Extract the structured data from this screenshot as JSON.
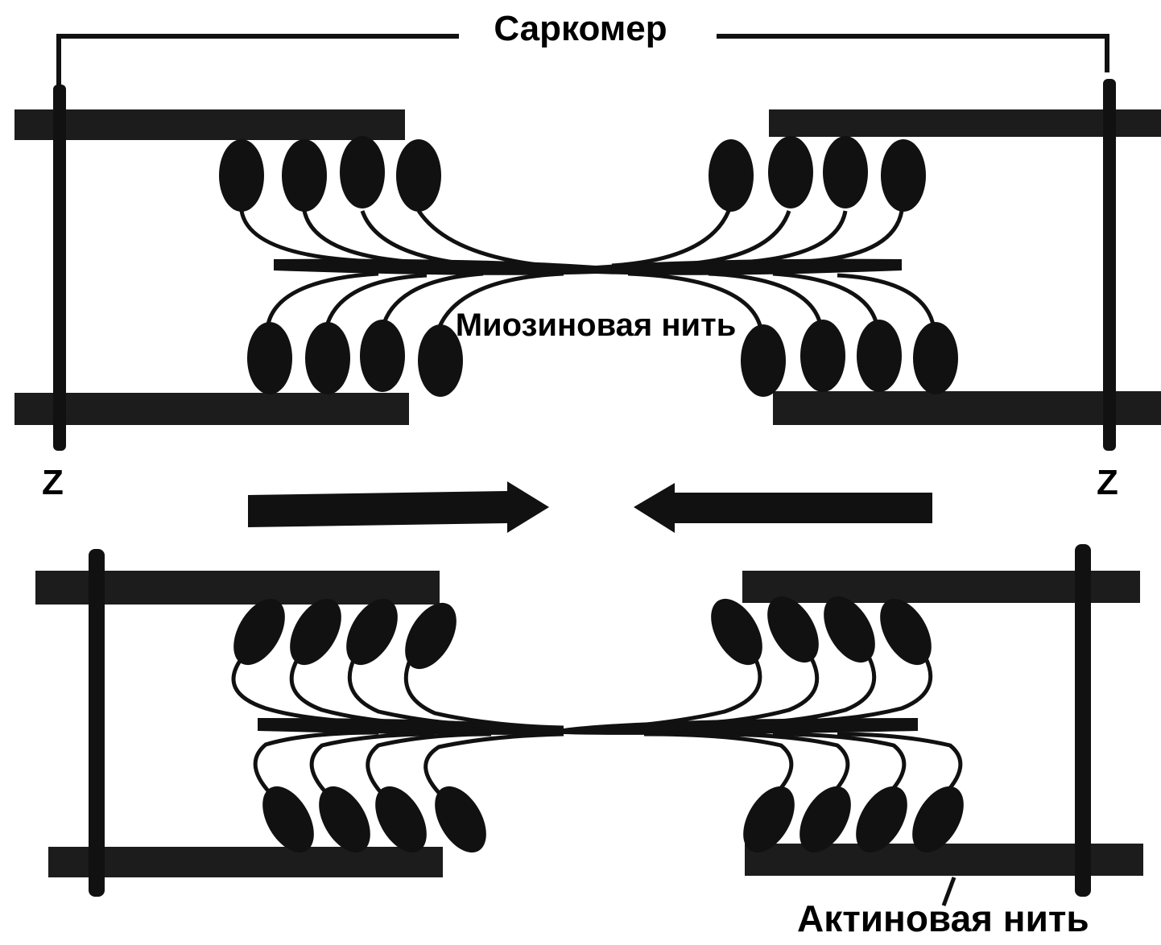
{
  "labels": {
    "sarcomere": "Саркомер",
    "myosin_filament": "Миозиновая нить",
    "z_left": "Z",
    "z_right": "Z",
    "actin_filament": "Актиновая нить"
  },
  "colors": {
    "ink": "#111111",
    "background": "#ffffff"
  }
}
